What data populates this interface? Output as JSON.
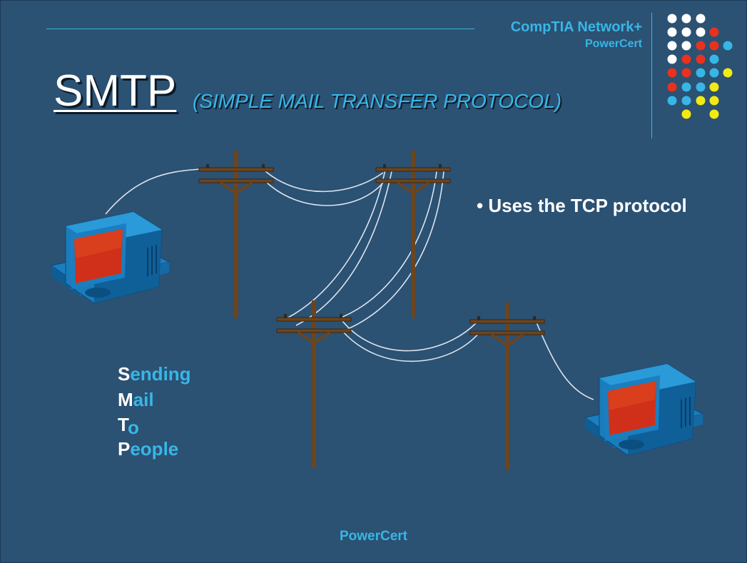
{
  "header": {
    "brand_line1": "CompTIA Network+",
    "brand_line2": "PowerCert"
  },
  "slide": {
    "title": "SMTP",
    "subtitle": "(SIMPLE MAIL TRANSFER PROTOCOL)",
    "bullets": [
      "• Uses the TCP protocol"
    ],
    "acronym": [
      {
        "lead": "S",
        "rest": "ending"
      },
      {
        "lead": "M",
        "rest": "ail"
      },
      {
        "lead": "T",
        "rest": "o"
      },
      {
        "lead": "P",
        "rest": "eople"
      }
    ]
  },
  "footer": {
    "text": "PowerCert"
  },
  "icons": [
    "computer-icon",
    "utility-pole-icon",
    "dot-grid-logo"
  ],
  "colors": {
    "background": "#2b5173",
    "accent": "#38b6e6",
    "dot_white": "#ffffff",
    "dot_red": "#e8321e",
    "dot_blue": "#38b6e6",
    "dot_yellow": "#f2ea12",
    "pole": "#6b4520",
    "screen": "#d0301a"
  }
}
